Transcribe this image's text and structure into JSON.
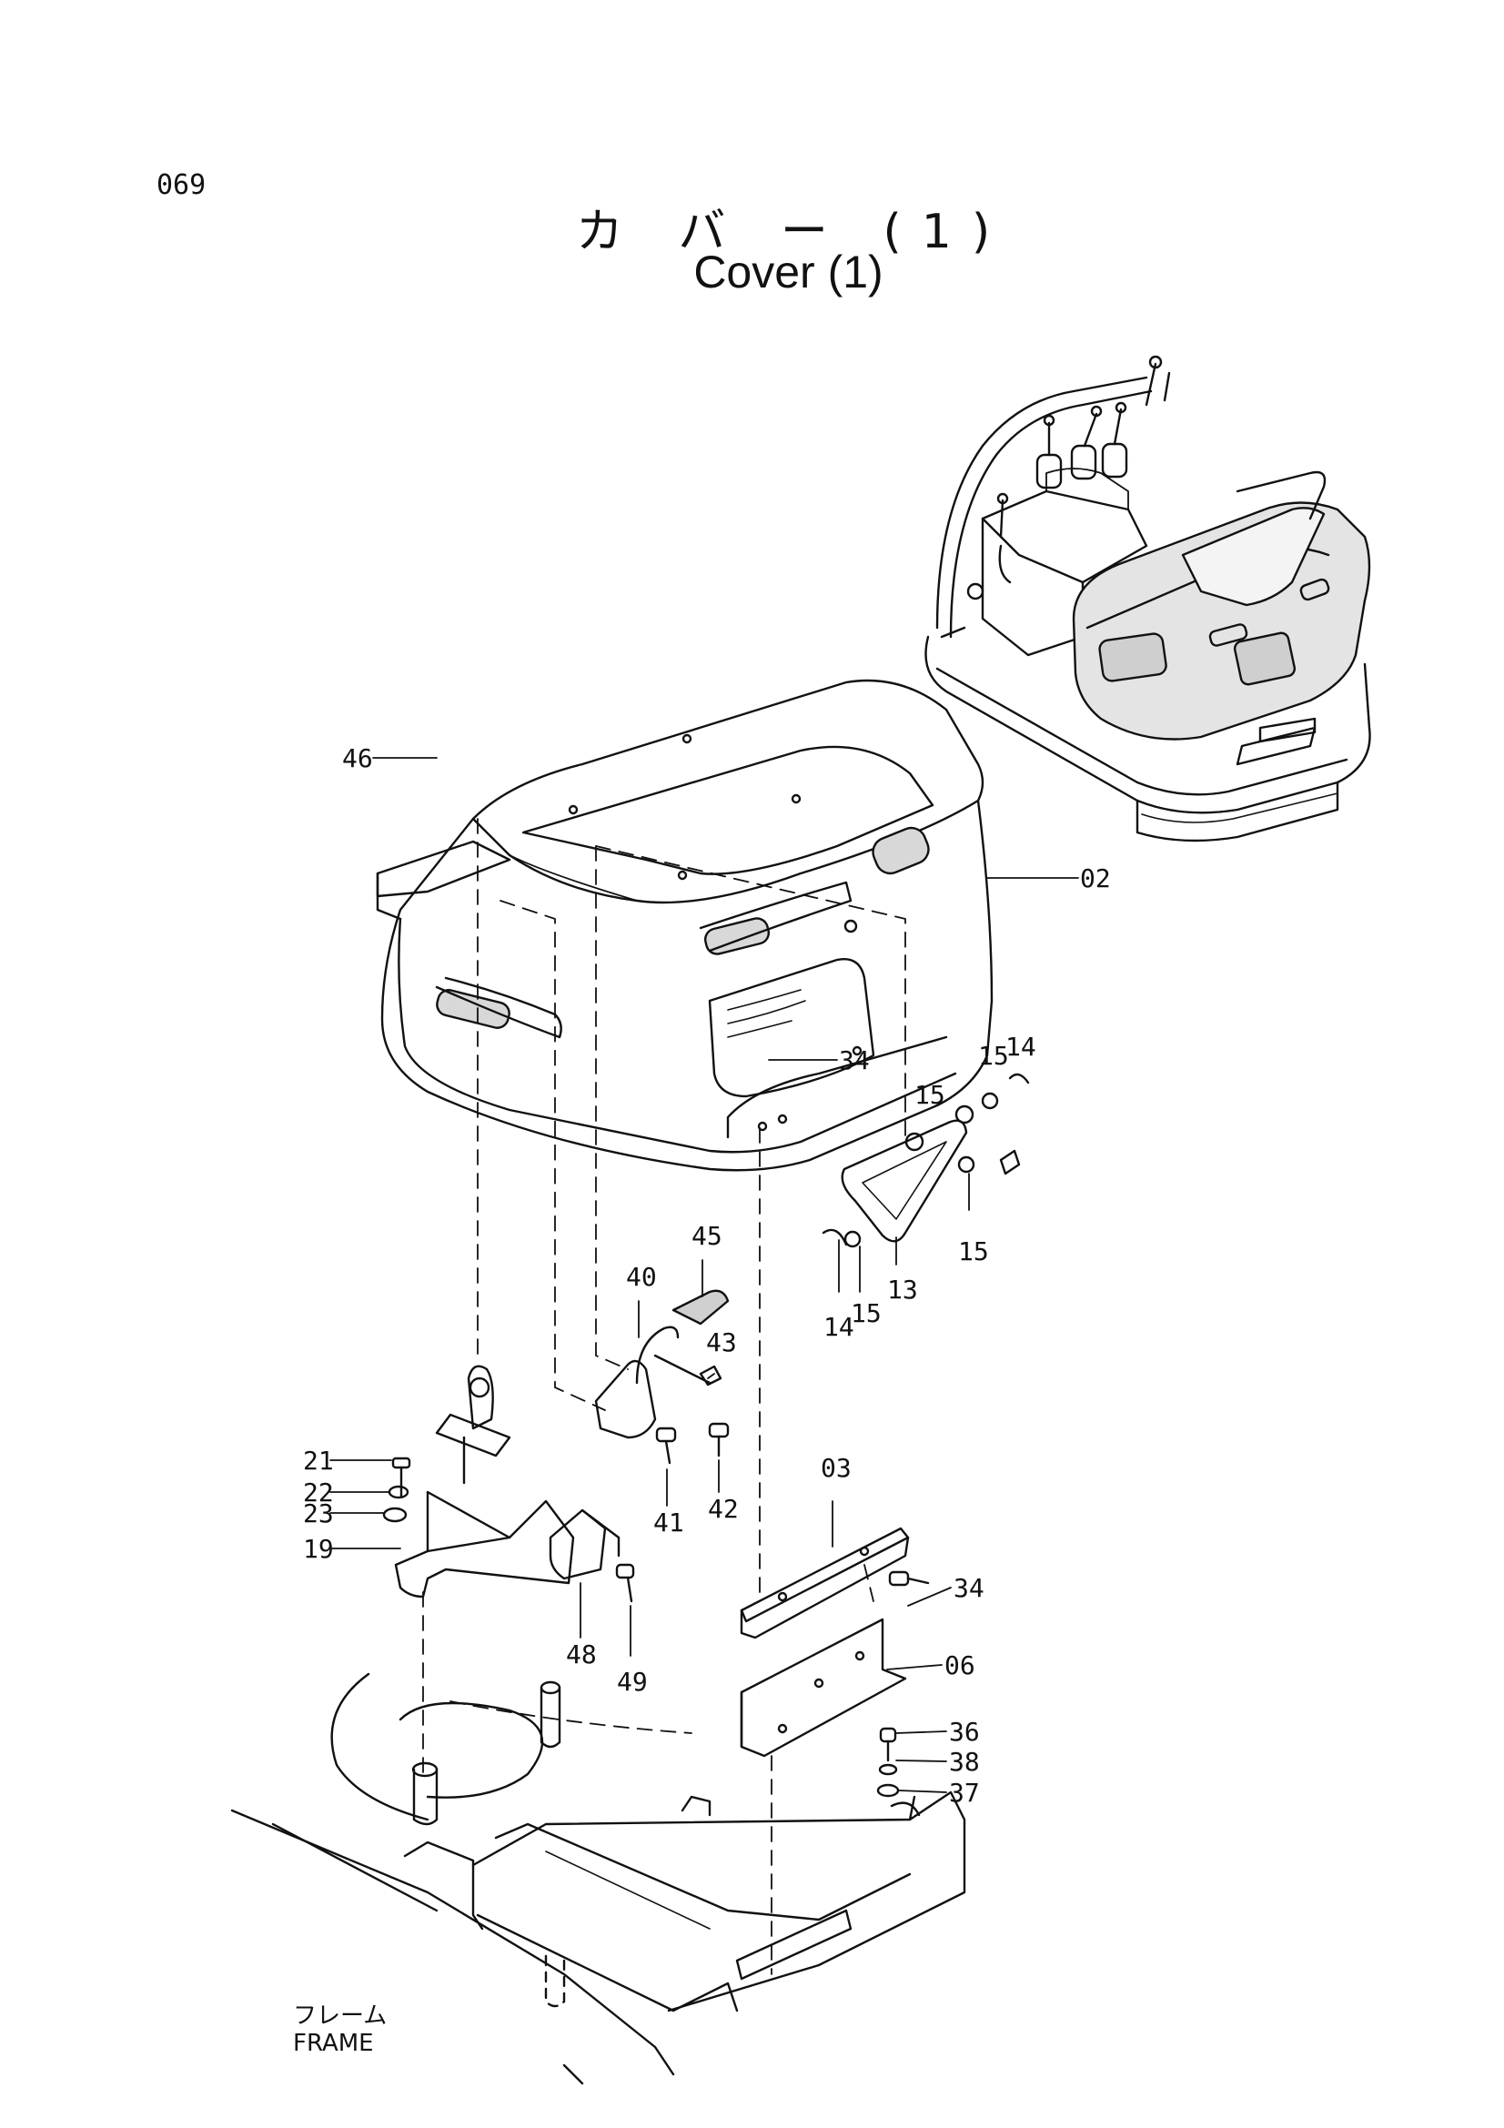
{
  "page": {
    "number": "069",
    "title_jp": "カ バ ー (1)",
    "title_en": "Cover (1)"
  },
  "frame_label": {
    "jp": "フレーム",
    "en": "FRAME"
  },
  "callouts": {
    "c02": "02",
    "c03": "03",
    "c06": "06",
    "c13": "13",
    "c14a": "14",
    "c14b": "14",
    "c15a": "15",
    "c15b": "15",
    "c15c": "15",
    "c15d": "15",
    "c19": "19",
    "c21": "21",
    "c22": "22",
    "c23": "23",
    "c34a": "34",
    "c34b": "34",
    "c36": "36",
    "c37": "37",
    "c38": "38",
    "c40": "40",
    "c41": "41",
    "c42": "42",
    "c43": "43",
    "c45": "45",
    "c46": "46",
    "c48": "48",
    "c49": "49"
  }
}
